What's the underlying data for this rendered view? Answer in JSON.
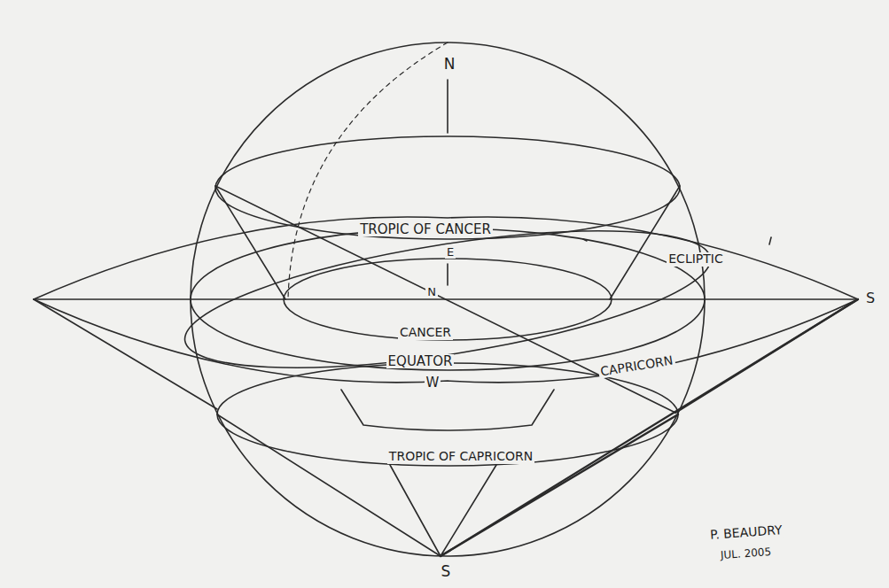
{
  "diagram": {
    "labels": [
      "N",
      "TROPIC OF CANCER",
      "E",
      "ECLIPTIC",
      "N",
      "S",
      "CANCER",
      "EQUATOR",
      "W",
      "CAPRICORN",
      "TROPIC OF CAPRICORN",
      "S",
      "P. BEAUDRY",
      "JUL. 2005"
    ]
  }
}
